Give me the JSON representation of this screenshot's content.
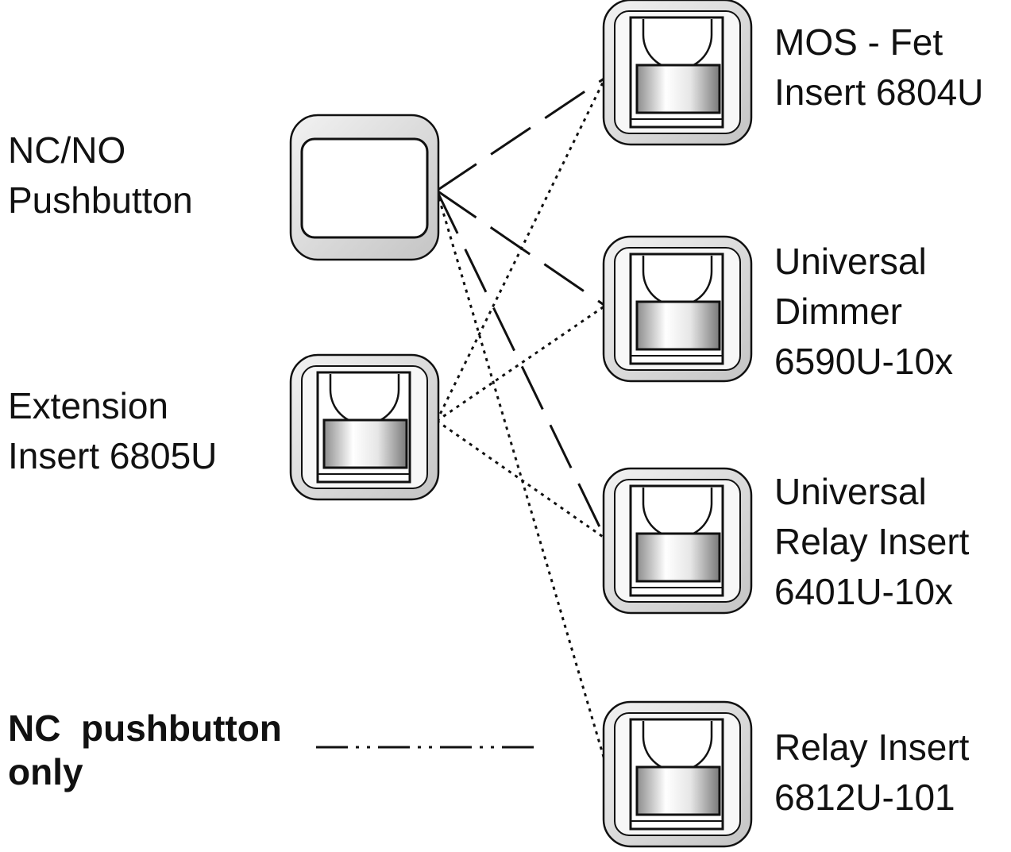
{
  "left_devices": {
    "pushbutton": {
      "lines": [
        "NC/NO",
        "Pushbutton"
      ]
    },
    "extension": {
      "lines": [
        "Extension",
        "Insert 6805U"
      ]
    }
  },
  "right_devices": [
    {
      "lines": [
        "MOS - Fet",
        "Insert 6804U"
      ]
    },
    {
      "lines": [
        "Universal",
        "Dimmer",
        "6590U-10x"
      ]
    },
    {
      "lines": [
        "Universal",
        "Relay Insert",
        "6401U-10x"
      ]
    },
    {
      "lines": [
        "Relay Insert",
        "6812U-101"
      ]
    }
  ],
  "legend": {
    "lines": [
      "NC  pushbutton",
      "only"
    ]
  },
  "colors": {
    "line": "#111111",
    "frame": "#d9d9d9"
  }
}
